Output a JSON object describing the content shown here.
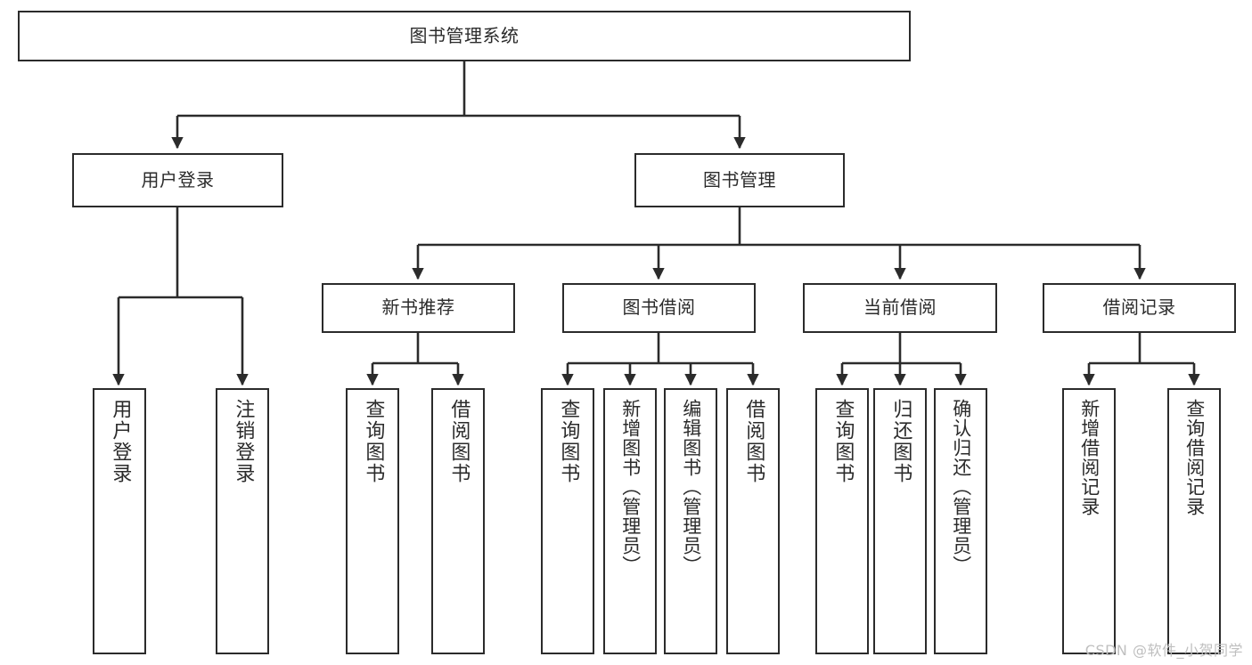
{
  "diagram": {
    "title": "图书管理系统",
    "type": "tree",
    "colors": {
      "stroke": "#2b2b2b",
      "fill": "#ffffff",
      "text": "#2b2b2b",
      "watermark": "#bfbfbf"
    },
    "levels": {
      "root": {
        "label": "图书管理系统"
      },
      "level2": [
        {
          "label": "用户登录"
        },
        {
          "label": "图书管理"
        }
      ],
      "level3": [
        {
          "label": "新书推荐"
        },
        {
          "label": "图书借阅"
        },
        {
          "label": "当前借阅"
        },
        {
          "label": "借阅记录"
        }
      ],
      "leaves_user_login": [
        {
          "label": "用户登录"
        },
        {
          "label": "注销登录"
        }
      ],
      "leaves_new_book": [
        {
          "label": "查询图书"
        },
        {
          "label": "借阅图书"
        }
      ],
      "leaves_borrow": [
        {
          "label": "查询图书"
        },
        {
          "label": "新增图书（管理员）"
        },
        {
          "label": "编辑图书（管理员）"
        },
        {
          "label": "借阅图书"
        }
      ],
      "leaves_current": [
        {
          "label": "查询图书"
        },
        {
          "label": "归还图书"
        },
        {
          "label": "确认归还（管理员）"
        }
      ],
      "leaves_records": [
        {
          "label": "新增借阅记录"
        },
        {
          "label": "查询借阅记录"
        }
      ]
    }
  },
  "watermark": {
    "text": "CSDN @软件_小贺同学"
  }
}
